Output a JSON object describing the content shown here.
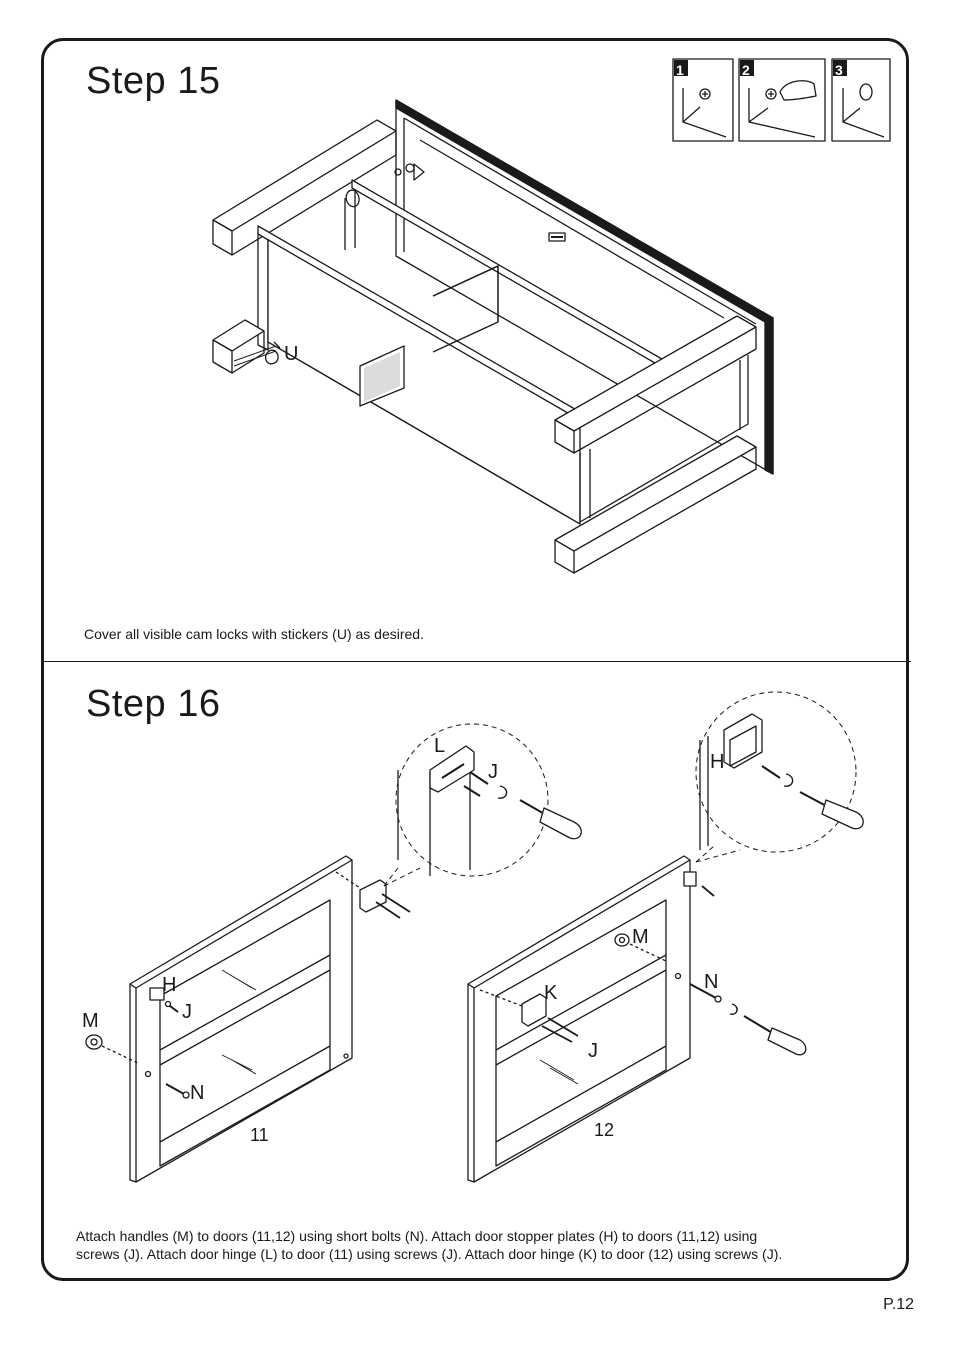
{
  "page": {
    "number": "P.12"
  },
  "step15": {
    "title": "Step  15",
    "instruction": "Cover all visible cam locks with stickers (U) as desired.",
    "part_label": "U",
    "panel_numbers": [
      "1",
      "2",
      "3"
    ]
  },
  "step16": {
    "title": "Step  16",
    "instruction_line1": "Attach handles (M) to doors (11,12) using short bolts (N). Attach door stopper plates (H) to doors (11,12) using",
    "instruction_line2": "screws (J). Attach door hinge (L) to door (11) using screws (J). Attach door hinge (K) to door (12) using screws (J).",
    "labels": {
      "hinge_L": "L",
      "screw_J_detail": "J",
      "plate_H_detail": "H",
      "door11_H": "H",
      "door11_J": "J",
      "door11_M": "M",
      "door11_N": "N",
      "door11_number": "11",
      "door12_M": "M",
      "door12_N": "N",
      "door12_K": "K",
      "door12_J": "J",
      "door12_number": "12"
    }
  }
}
